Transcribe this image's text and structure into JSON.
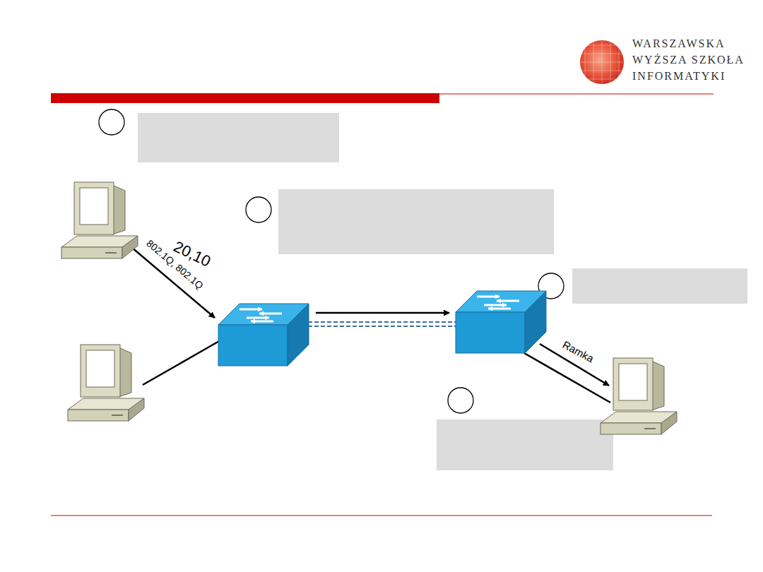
{
  "diagram": {
    "labels": [
      "WARSZAWSKA",
      "WYŻSZA SZKOŁA",
      "INFORMATYKI",
      "20,10",
      "802.1Q, 802.1Q",
      "Ramka"
    ]
  }
}
